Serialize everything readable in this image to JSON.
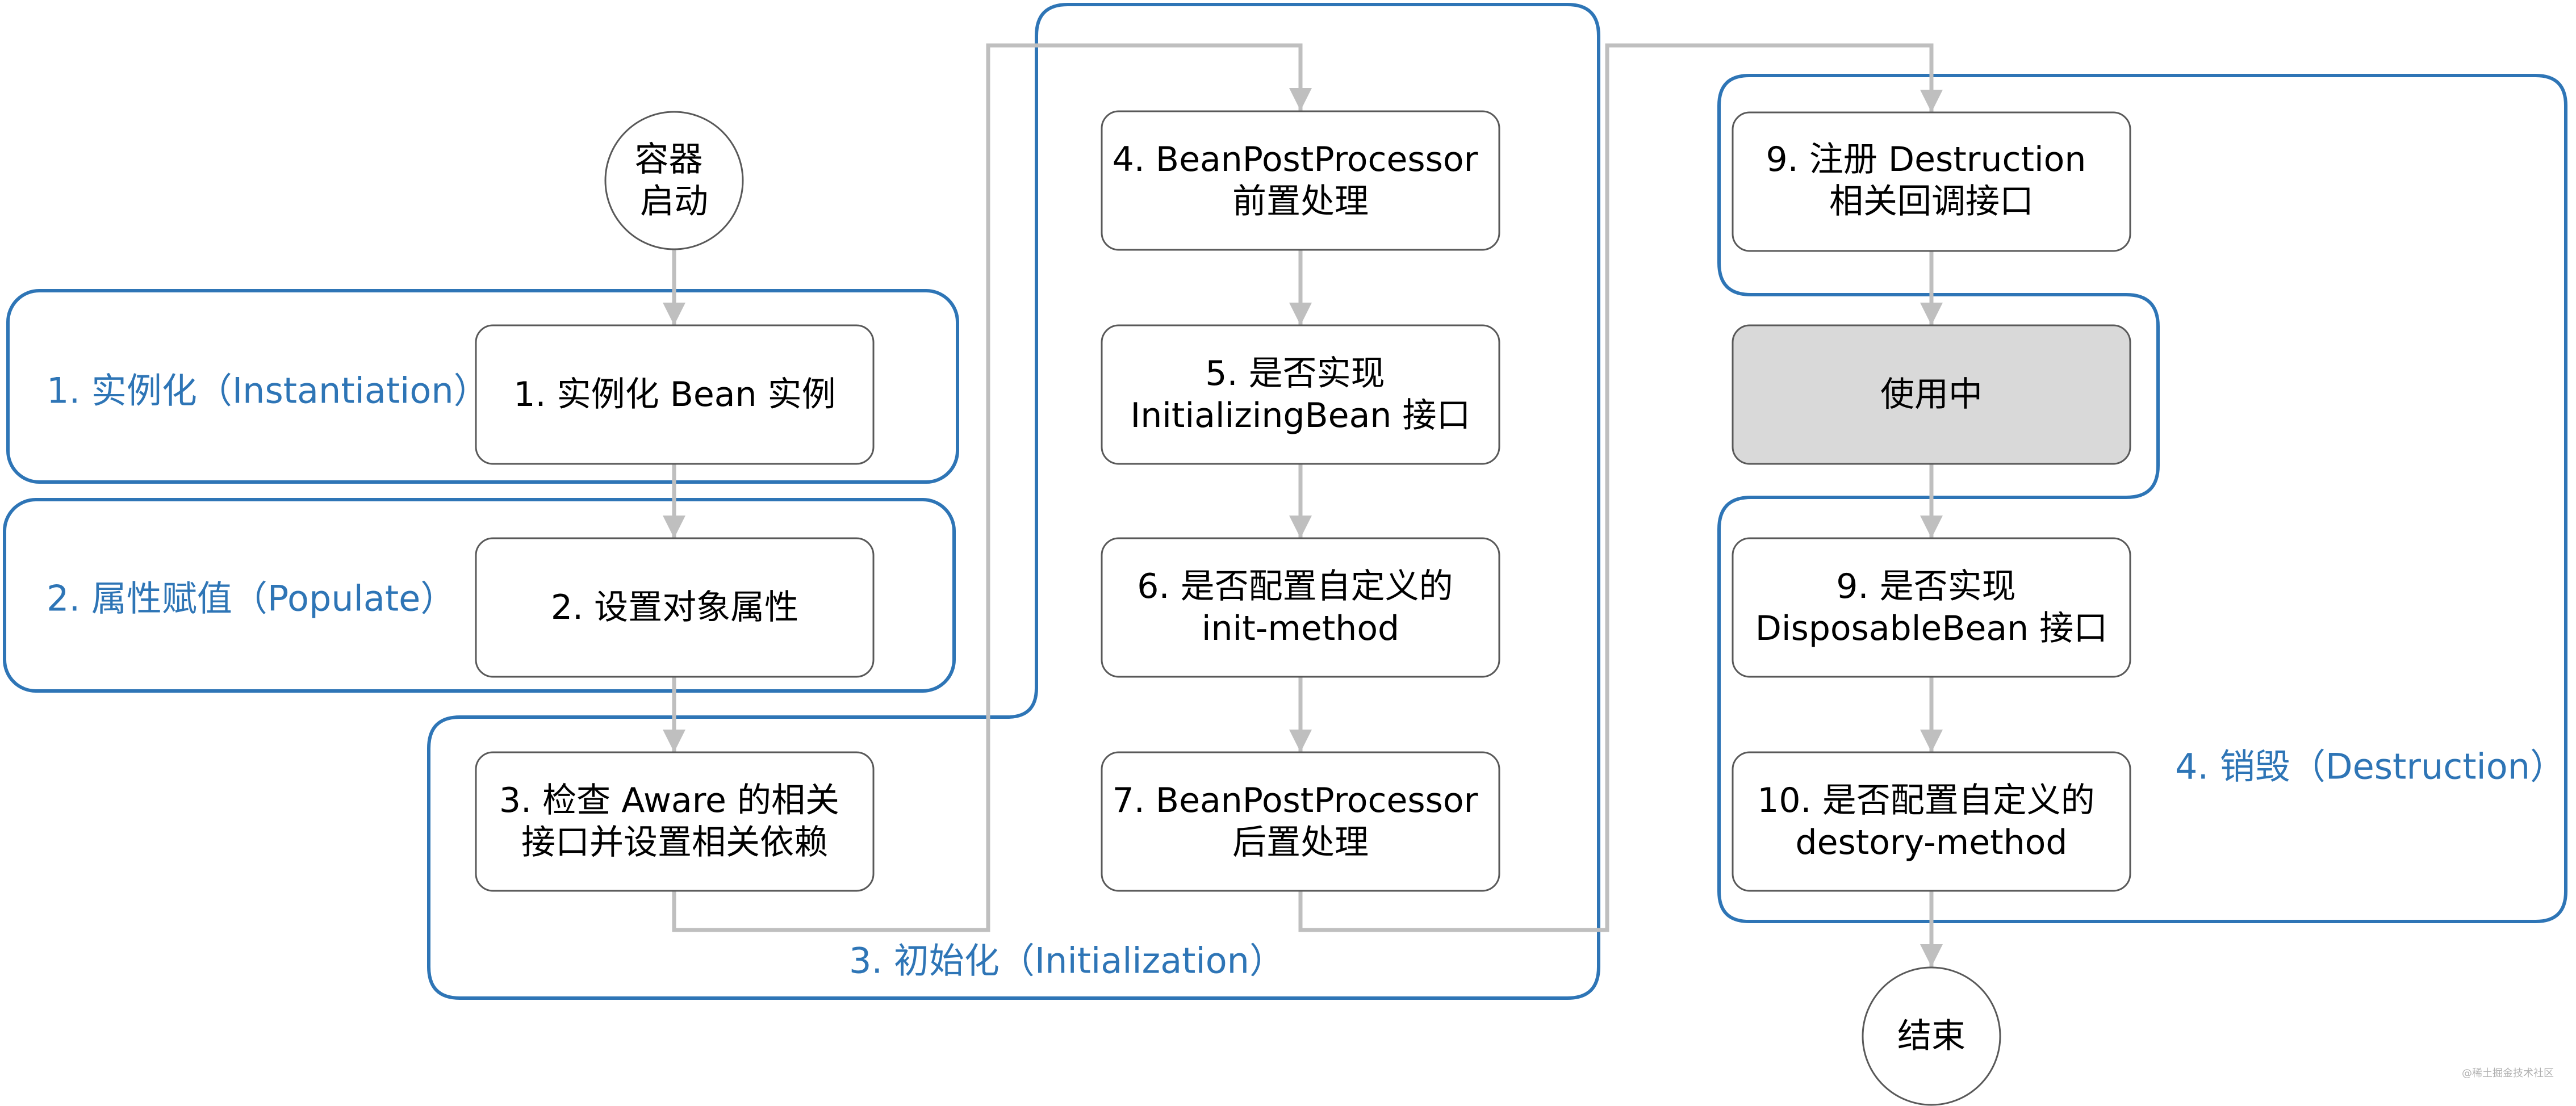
{
  "groups": {
    "instantiation": "1. 实例化（Instantiation）",
    "populate": "2. 属性赋值（Populate）",
    "initialization": "3. 初始化（Initialization）",
    "destruction": "4. 销毁（Destruction）"
  },
  "nodes": {
    "start": [
      "容器",
      "启动"
    ],
    "step1": [
      "1. 实例化 Bean 实例"
    ],
    "step2": [
      "2. 设置对象属性"
    ],
    "step3": [
      "3. 检查 Aware 的相关",
      "接口并设置相关依赖"
    ],
    "step4": [
      "4. BeanPostProcessor",
      "前置处理"
    ],
    "step5": [
      "5. 是否实现",
      "InitializingBean 接口"
    ],
    "step6": [
      "6. 是否配置自定义的",
      "init-method"
    ],
    "step7": [
      "7. BeanPostProcessor",
      "后置处理"
    ],
    "step9a": [
      "9. 注册 Destruction",
      "相关回调接口"
    ],
    "in_use": [
      "使用中"
    ],
    "step9b": [
      "9. 是否实现",
      "DisposableBean 接口"
    ],
    "step10": [
      "10. 是否配置自定义的",
      "destory-method"
    ],
    "end": [
      "结束"
    ]
  },
  "colors": {
    "group_border": "#2e75b6",
    "arrow": "#bfbfbf",
    "node_border": "#595959",
    "in_use_fill": "#d9d9d9"
  },
  "watermark": "@稀土掘金技术社区"
}
